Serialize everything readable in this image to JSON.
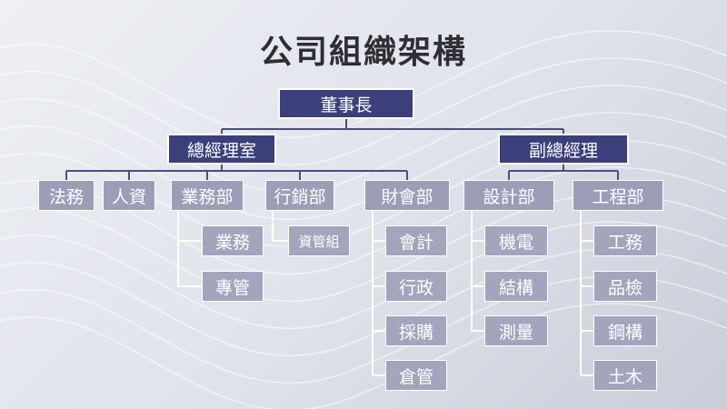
{
  "title": "公司組織架構",
  "colors": {
    "primary_box": "#3b3f7a",
    "secondary_box": "#9c9eb8",
    "connector": "#4a4e80"
  },
  "top": "董事長",
  "level1": [
    "總經理室",
    "副總經理"
  ],
  "departments": [
    "法務",
    "人資",
    "業務部",
    "行銷部",
    "財會部",
    "設計部",
    "工程部"
  ],
  "sub": {
    "sales": [
      "業務",
      "專管"
    ],
    "marketing": [
      "資管組"
    ],
    "finance": [
      "會計",
      "行政",
      "採購",
      "倉管"
    ],
    "design": [
      "機電",
      "結構",
      "測量"
    ],
    "engineering": [
      "工務",
      "品檢",
      "鋼構",
      "土木"
    ]
  }
}
